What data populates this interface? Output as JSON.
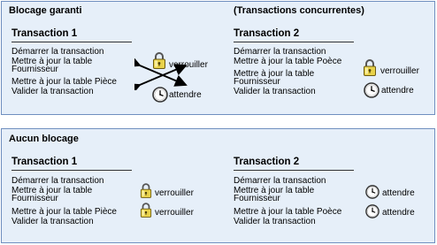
{
  "panels": {
    "top": {
      "title": "Blocage garanti",
      "subtitle": "(Transactions concurrentes)",
      "tx1": {
        "title": "Transaction 1",
        "steps": [
          "Démarrer la transaction",
          "Mettre à jour la table",
          "Fournisseur",
          "Mettre à jour la table Pièce",
          "Valider la transaction"
        ],
        "lock_label": "verrouiller",
        "wait_label": "attendre"
      },
      "tx2": {
        "title": "Transaction 2",
        "steps": [
          "Démarrer la transaction",
          "Mettre à jour la table Poèce",
          "Mettre à jour la table",
          "Fournisseur",
          "Valider la transaction"
        ],
        "lock_label": "verrouiller",
        "wait_label": "attendre"
      }
    },
    "bottom": {
      "title": "Aucun blocage",
      "tx1": {
        "title": "Transaction 1",
        "steps": [
          "Démarrer la transaction",
          "Mettre à jour la table",
          "Fournisseur",
          "Mettre à jour la table Pièce",
          "Valider la transaction"
        ],
        "lock_label_1": "verrouiller",
        "lock_label_2": "verrouiller"
      },
      "tx2": {
        "title": "Transaction 2",
        "steps": [
          "Démarrer la transaction",
          "Mettre à jour la table",
          "Fournisseur",
          "Mettre à jour la table Poèce",
          "Valider la transaction"
        ],
        "wait_label_1": "attendre",
        "wait_label_2": "attendre"
      }
    }
  },
  "icons": [
    "lock-icon",
    "clock-icon"
  ],
  "colors": {
    "panel_bg": "#e6eff9",
    "panel_border": "#6f8fbf",
    "lock_yellow": "#e8d24a",
    "clock_face": "#ffffff"
  }
}
